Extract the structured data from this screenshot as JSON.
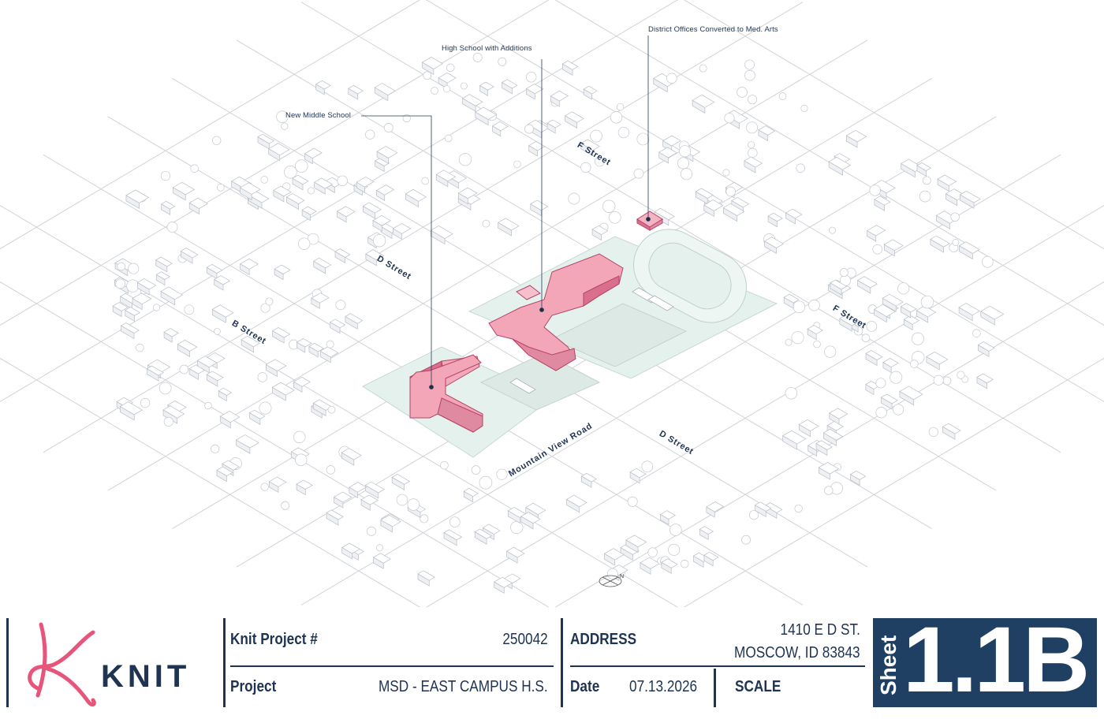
{
  "callouts": {
    "middle_school": "New Middle School",
    "high_school": "High School with Additions",
    "district_offices": "District Offices Converted to Med. Arts"
  },
  "streets": {
    "f_street_north": "F Street",
    "d_street_west": "D Street",
    "b_street": "B Street",
    "f_street_east": "F Street",
    "d_street_south": "D Street",
    "mountain_view": "Mountain View Road"
  },
  "compass": {
    "north_label": "N"
  },
  "title_block": {
    "brand": "KNIT",
    "project_number_label": "Knit Project #",
    "project_number": "250042",
    "project_label": "Project",
    "project_name": "MSD - EAST CAMPUS H.S.",
    "address_label": "ADDRESS",
    "address_line1": "1410 E D ST.",
    "address_line2": "MOSCOW, ID 83843",
    "date_label": "Date",
    "date_value": "07.13.2026",
    "scale_label": "SCALE",
    "sheet_word": "Sheet",
    "sheet_number": "1.1B"
  },
  "colors": {
    "accent_pink": "#e8557a",
    "navy": "#1f3352",
    "sheet_bg": "#1f3f63",
    "campus_green": "#e3f1ec",
    "highlight_fill": "#f2a6b8"
  }
}
